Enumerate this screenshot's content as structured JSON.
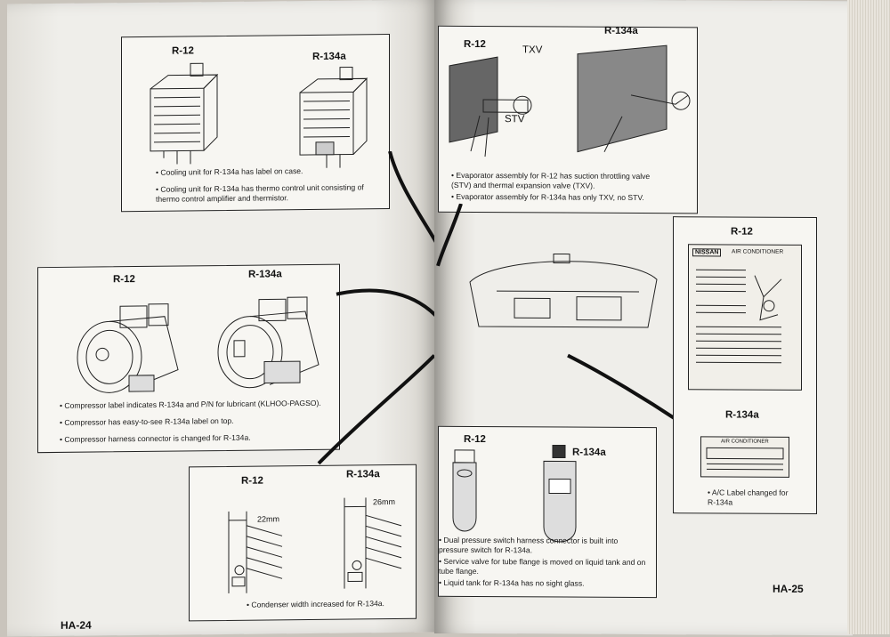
{
  "left_page": {
    "page_number": "HA-24",
    "cooling_unit": {
      "label_r12": "R-12",
      "label_r134a": "R-134a",
      "bullets": [
        "Cooling unit for R-134a has label on case.",
        "Cooling unit for R-134a has thermo control unit consisting of thermo control amplifier and thermistor."
      ]
    },
    "compressor": {
      "label_r12": "R-12",
      "label_r134a": "R-134a",
      "bullets": [
        "Compressor label indicates R-134a and P/N for lubricant (KLHOO-PAGSO).",
        "Compressor has easy-to-see R-134a label on top.",
        "Compressor harness connector is changed for R-134a."
      ]
    },
    "condenser": {
      "label_r12": "R-12",
      "label_r134a": "R-134a",
      "width_r12": "22mm",
      "width_r134a": "26mm",
      "bullet": "Condenser width increased for R-134a."
    }
  },
  "right_page": {
    "page_number": "HA-25",
    "evaporator": {
      "label_r12": "R-12",
      "label_r134a": "R-134a",
      "txv": "TXV",
      "stv": "STV",
      "bullets": [
        "Evaporator assembly for R-12 has suction throttling valve (STV) and thermal expansion valve (TXV).",
        "Evaporator assembly for R-134a has only TXV, no STV."
      ]
    },
    "ac_label": {
      "label_r12": "R-12",
      "label_r134a": "R-134a",
      "nissan_text": "NISSAN",
      "air_conditioner_text": "AIR CONDITIONER",
      "caption": "A/C Label changed for R-134a"
    },
    "liquid_tank": {
      "label_r12": "R-12",
      "label_r134a": "R-134a",
      "bullets": [
        "Dual pressure switch harness connector is built into pressure switch for R-134a.",
        "Service valve for tube flange is moved on liquid tank and on tube flange.",
        "Liquid tank for R-134a has no sight glass."
      ]
    }
  }
}
